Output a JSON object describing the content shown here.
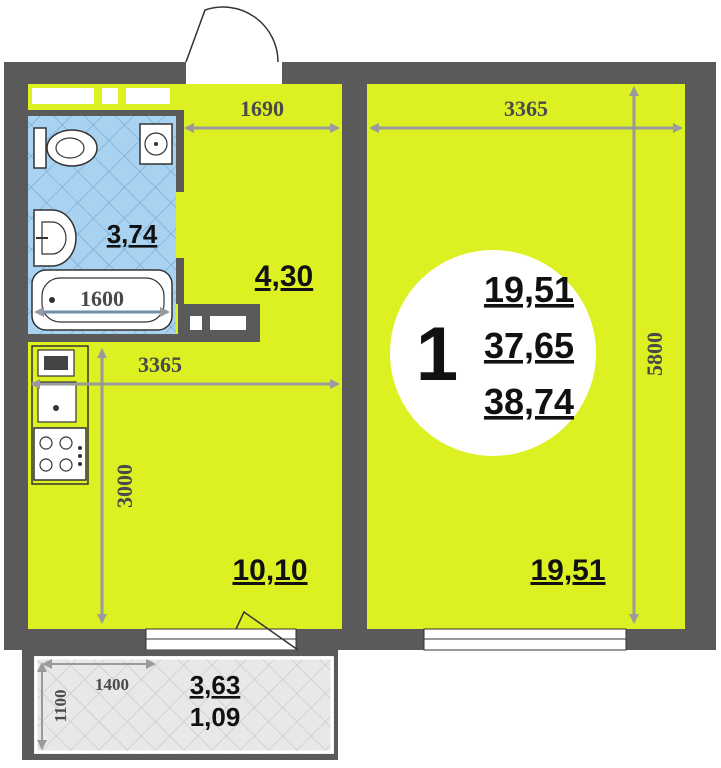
{
  "apartment": {
    "rooms_count": "1",
    "living_area": "19,51",
    "total_area": "37,65",
    "total_area_with_balcony": "38,74"
  },
  "rooms": {
    "bathroom_area": "3,74",
    "hall_area": "4,30",
    "kitchen_area": "10,10",
    "living_room_area": "19,51",
    "balcony_area": "3,63",
    "balcony_reduced_area": "1,09"
  },
  "dimensions": {
    "hall_width": "1690",
    "room_width": "3365",
    "room_length": "5800",
    "kitchen_width": "3365",
    "kitchen_length": "3000",
    "bathtub_length": "1600",
    "balcony_width": "1400",
    "balcony_depth": "1100"
  },
  "colors": {
    "floor": "#dcf022",
    "wall": "#5a5a5a",
    "wet_zone": "#a8d2ef",
    "balcony": "#e6e6e6",
    "dimension_arrow": "#9a9a9a"
  }
}
